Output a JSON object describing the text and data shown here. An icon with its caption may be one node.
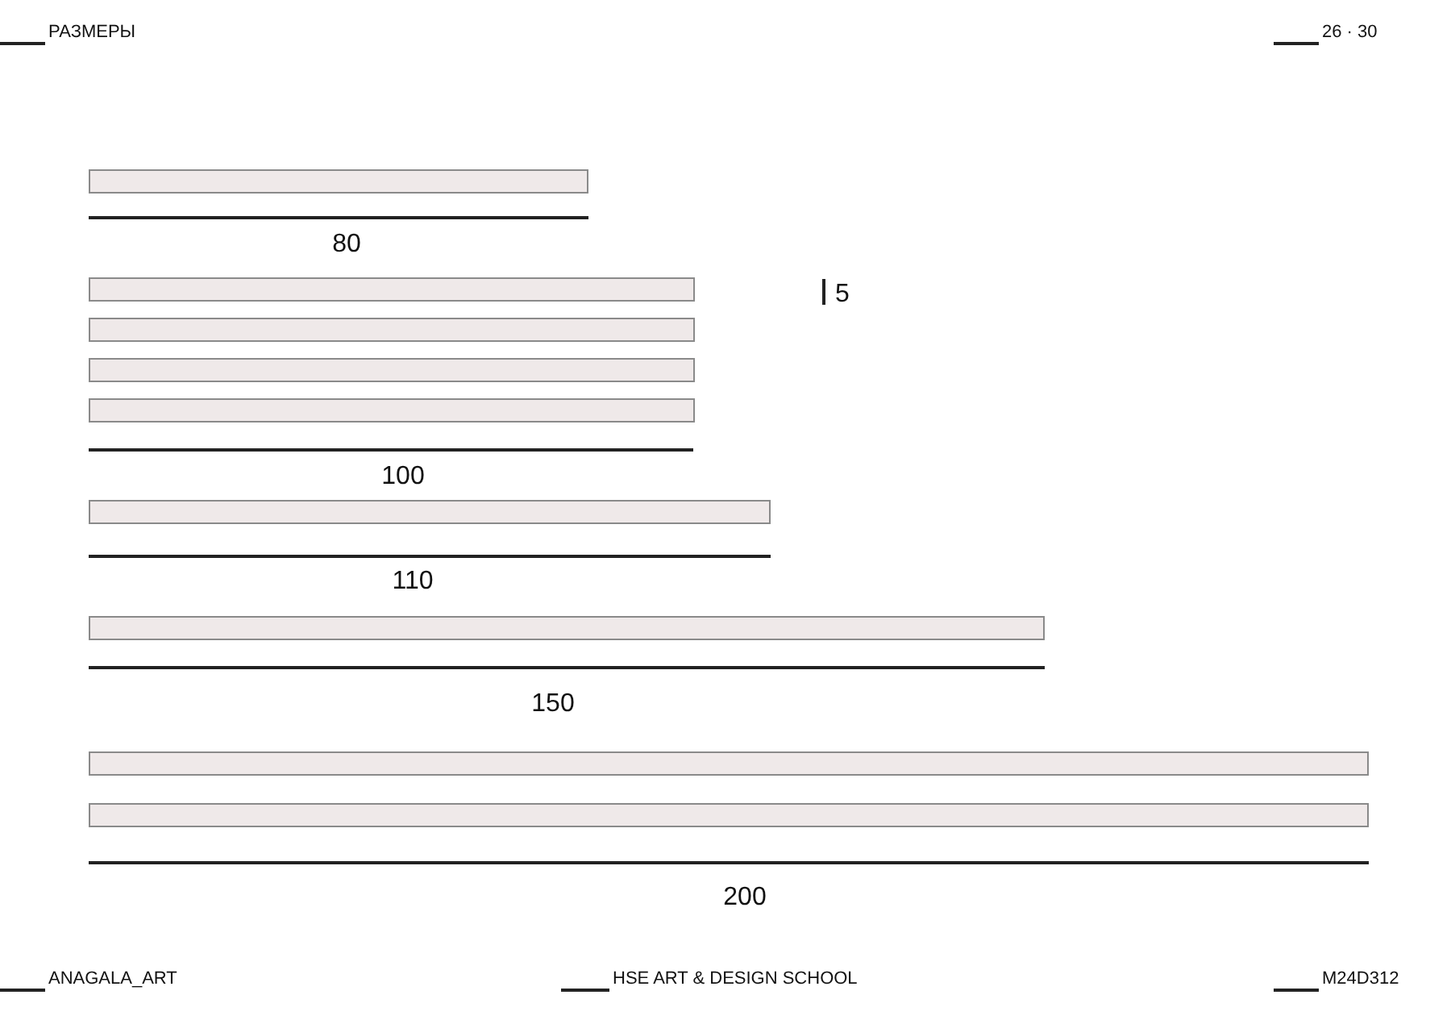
{
  "diagram": {
    "nodes": [
      {
        "text": [],
        "shape": "bar"
      },
      {
        "text": [],
        "shape": "bar"
      },
      {
        "text": [],
        "shape": "bar"
      },
      {
        "text": [],
        "shape": "bar"
      },
      {
        "text": [],
        "shape": "bar"
      },
      {
        "text": [],
        "shape": "bar"
      },
      {
        "text": [],
        "shape": "bar"
      },
      {
        "text": [],
        "shape": "bar"
      },
      {
        "text": [],
        "shape": "bar"
      }
    ],
    "edges": [],
    "labels": [
      "РАЗМЕРЫ",
      "26 · 30",
      "80",
      "5",
      "100",
      "110",
      "150",
      "200",
      "ANAGALA_ART",
      "HSE ART & DESIGN SCHOOL",
      "M24D312"
    ]
  }
}
